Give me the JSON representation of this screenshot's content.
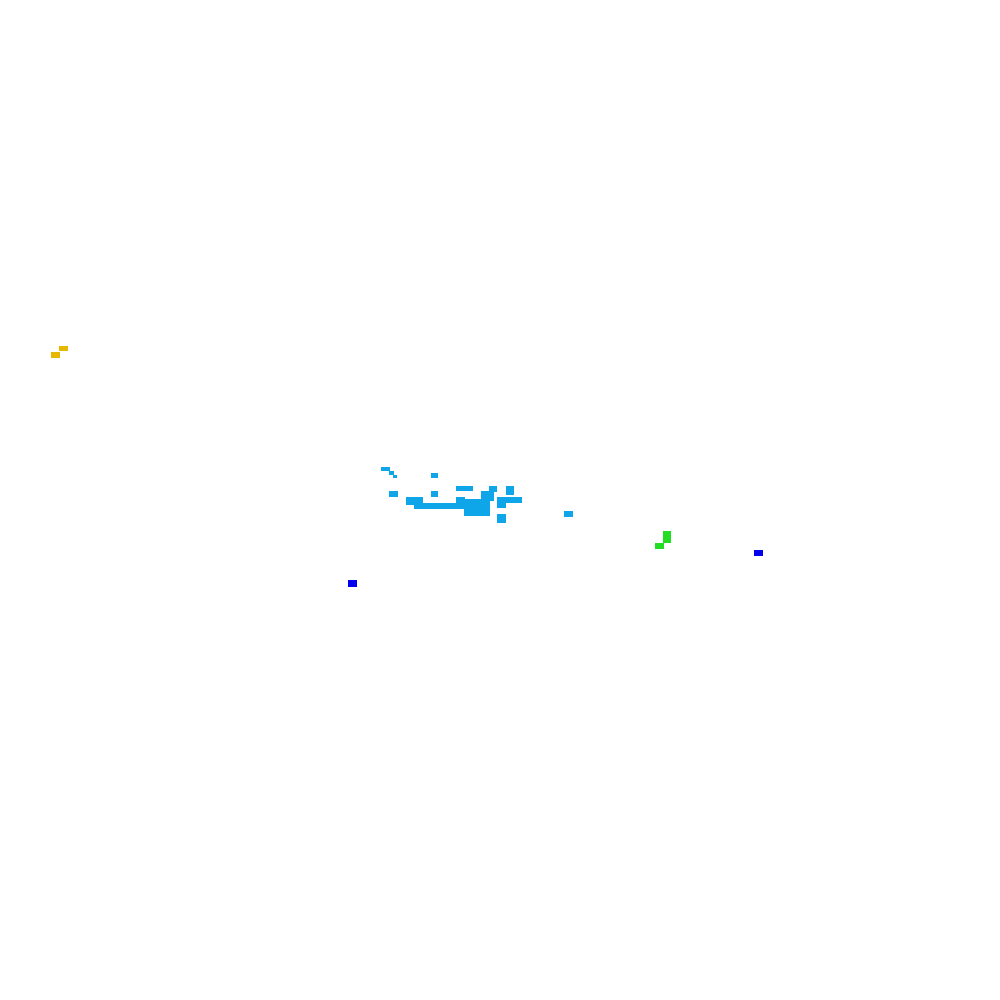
{
  "canvas": {
    "background": "#ffffff"
  },
  "clusters": [
    {
      "name": "yellow-pixel-cluster",
      "color": "#e6b800"
    },
    {
      "name": "cyan-pixel-cluster",
      "color": "#0ea5e9"
    },
    {
      "name": "green-pixel-cluster",
      "color": "#22dd22"
    },
    {
      "name": "blue-pixel-marker-right",
      "color": "#0000ee"
    },
    {
      "name": "blue-pixel-marker-left",
      "color": "#0000ee"
    }
  ]
}
